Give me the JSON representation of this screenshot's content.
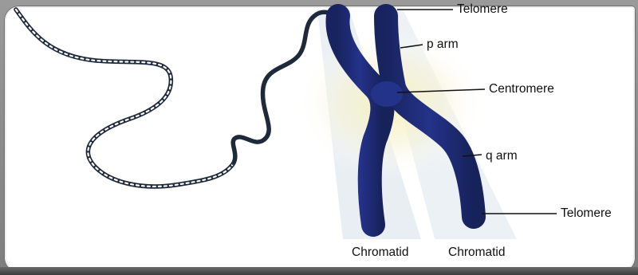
{
  "labels": {
    "telomere_top": "Telomere",
    "p_arm": "p arm",
    "centromere": "Centromere",
    "q_arm": "q arm",
    "telomere_bottom": "Telomere",
    "chromatid_left": "Chromatid",
    "chromatid_right": "Chromatid"
  },
  "colors": {
    "chromosome": "#1d2a6e",
    "chromosome_highlight": "#3a4a9a",
    "dna_strand": "#1e2a3a",
    "glow": "#f3efc2",
    "beam": "#dde6ee",
    "leader_line": "#111111"
  }
}
